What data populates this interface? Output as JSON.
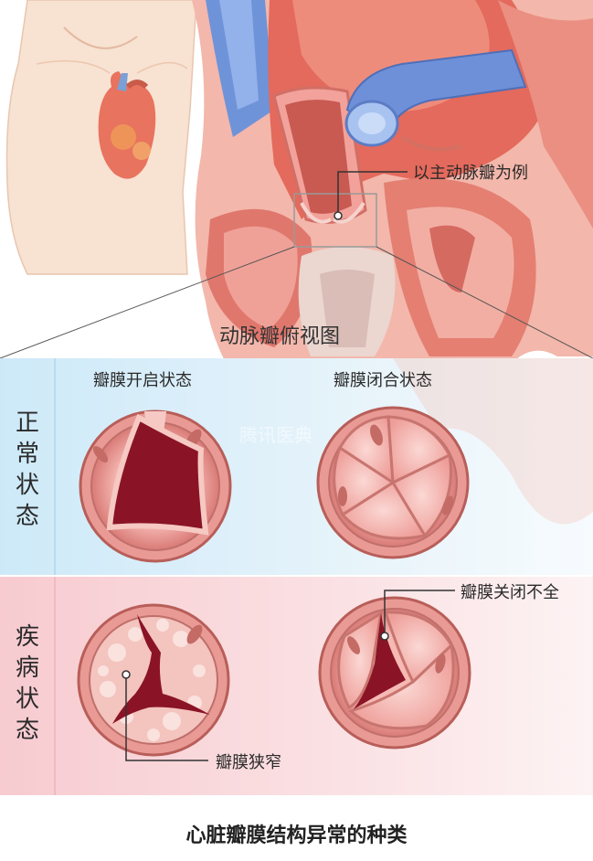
{
  "callouts": {
    "example": "以主动脉瓣为例",
    "regurgitation": "瓣膜关闭不全",
    "stenosis": "瓣膜狭窄"
  },
  "view_title": "动脉瓣俯视图",
  "columns": {
    "open": "瓣膜开启状态",
    "closed": "瓣膜闭合状态"
  },
  "rows": {
    "normal": "正常状态",
    "disease": "疾病状态"
  },
  "watermark": "腾讯医典",
  "caption": "心脏瓣膜结构异常的种类"
}
